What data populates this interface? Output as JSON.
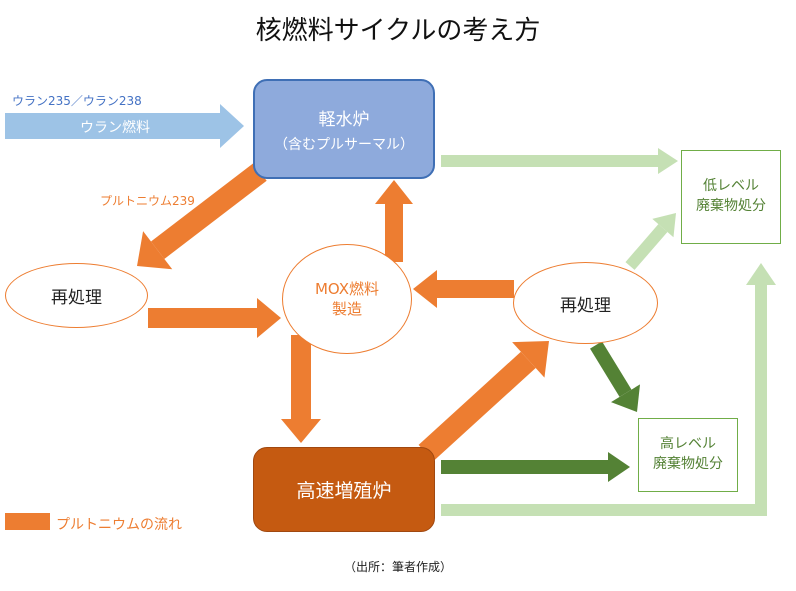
{
  "title": "核燃料サイクルの考え方",
  "nodes": {
    "light_water_reactor": {
      "name": "軽水炉",
      "sub": "（含むプルサーマル）"
    },
    "reprocessing_left": {
      "name": "再処理"
    },
    "mox_fabrication": {
      "line1": "MOX燃料",
      "line2": "製造"
    },
    "reprocessing_right": {
      "name": "再処理"
    },
    "fast_breeder_reactor": {
      "name": "高速増殖炉"
    },
    "low_level_waste": {
      "line1": "低レベル",
      "line2": "廃棄物処分"
    },
    "high_level_waste": {
      "line1": "高レベル",
      "line2": "廃棄物処分"
    }
  },
  "labels": {
    "uranium_types": "ウラン235／ウラン238",
    "uranium_fuel": "ウラン燃料",
    "plutonium_239": "プルトニウム239"
  },
  "legend": {
    "plutonium_flow": "プルトニウムの流れ"
  },
  "source": "（出所：筆者作成）",
  "colors": {
    "plutonium_flow": "#ed7d31",
    "uranium_flow": "#9dc3e6",
    "high_level_flow": "#548235",
    "low_level_flow": "#c5e0b4",
    "reactor_fill": "#8eaadc",
    "fbr_fill": "#c55a11"
  }
}
